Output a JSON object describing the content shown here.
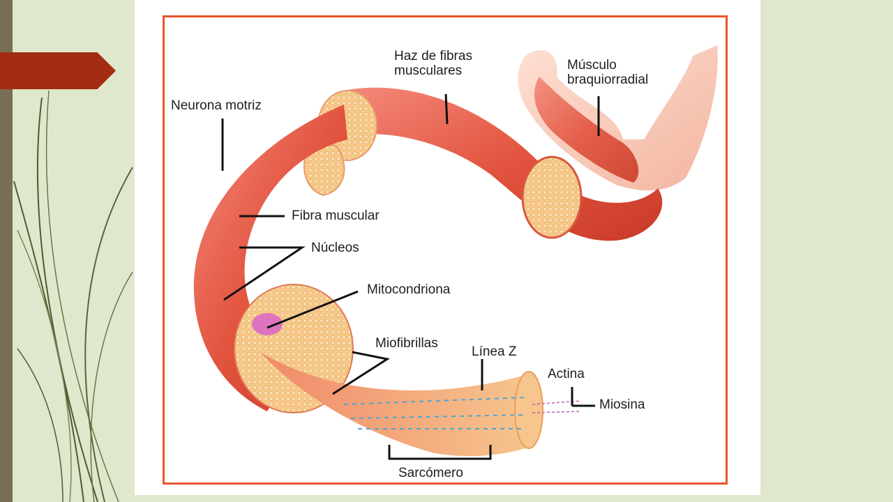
{
  "slide": {
    "accent_color": "#a32d12",
    "background_color": "#dfe8cc",
    "border_color": "#e8552a"
  },
  "labels": {
    "haz_de_fibras": "Haz de fibras musculares",
    "musculo_braquiorradial": "Músculo braquiorradial",
    "neurona_motriz": "Neurona motriz",
    "fibra_muscular": "Fibra muscular",
    "nucleos": "Núcleos",
    "mitocondriona": "Mitocondriona",
    "miofibrillas": "Miofibrillas",
    "linea_z": "Línea Z",
    "actina": "Actina",
    "miosina": "Miosina",
    "sarcomero": "Sarcómero"
  }
}
